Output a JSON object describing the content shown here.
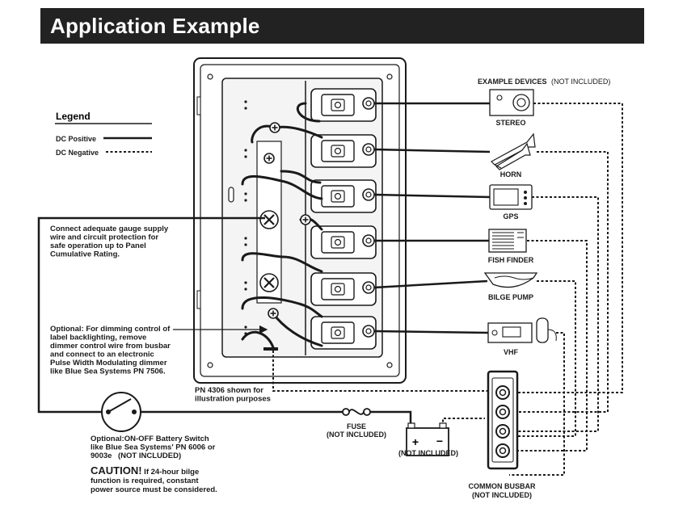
{
  "title": "Application Example",
  "legend": {
    "heading": "Legend",
    "positive_label": "DC Positive",
    "negative_label": "DC Negative"
  },
  "example_devices": {
    "heading": "EXAMPLE DEVICES",
    "heading_note": "(NOT INCLUDED)",
    "devices": [
      {
        "label": "STEREO",
        "icon": "stereo-icon"
      },
      {
        "label": "HORN",
        "icon": "horn-icon"
      },
      {
        "label": "GPS",
        "icon": "gps-icon"
      },
      {
        "label": "FISH FINDER",
        "icon": "fish-finder-icon"
      },
      {
        "label": "BILGE PUMP",
        "icon": "bilge-pump-icon"
      },
      {
        "label": "VHF",
        "icon": "vhf-radio-icon"
      }
    ]
  },
  "notes": {
    "gauge_supply": [
      "Connect adequate gauge supply",
      "wire and circuit protection for",
      "safe operation up to Panel",
      "Cumulative Rating."
    ],
    "dimming": [
      "Optional: For dimming control of",
      "label backlighting, remove",
      "dimmer control wire from busbar",
      "and connect to an electronic",
      "Pulse Width Modulating dimmer",
      "like Blue Sea Systems PN 7506."
    ],
    "panel_caption": [
      "PN 4306 shown for",
      "illustration purposes"
    ],
    "battery_switch": [
      "Optional:ON-OFF Battery Switch",
      "like Blue Sea Systems' PN 6006 or",
      "9003e"
    ],
    "battery_switch_note": "(NOT INCLUDED)",
    "caution_heading": "CAUTION!",
    "caution": [
      " If 24-hour bilge",
      "function is required, constant",
      "power source must be considered."
    ]
  },
  "fuse": {
    "label": "FUSE",
    "note": "(NOT INCLUDED)"
  },
  "battery": {
    "note": "(NOT INCLUDED)",
    "plus": "+",
    "minus": "−"
  },
  "busbar": {
    "label": "COMMON BUSBAR",
    "note": "(NOT INCLUDED)"
  },
  "colors": {
    "title_bar": "#222222",
    "line": "#1a1a1a",
    "panel_fill": "#f4f4f4"
  }
}
